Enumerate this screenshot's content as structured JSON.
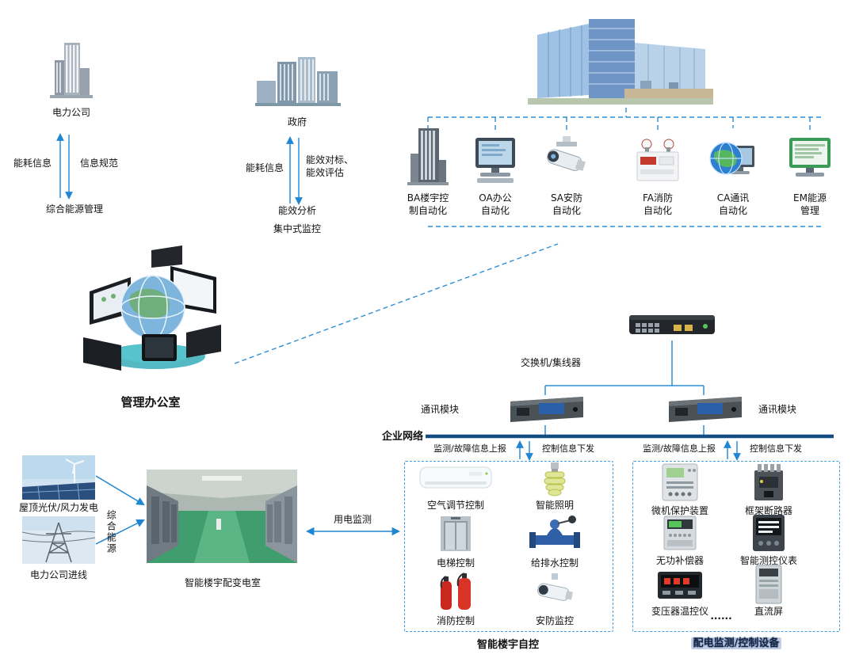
{
  "colors": {
    "arrow": "#1f86d2",
    "dash": "#3f9bdc",
    "network": "#114d80"
  },
  "power_company": {
    "label": "电力公司",
    "up_label": "能耗信息",
    "down_label": "信息规范",
    "bottom_label": "综合能源管理"
  },
  "government": {
    "label": "政府",
    "up_label": "能耗信息",
    "right_label": "能效对标、\n能效评估",
    "result_line1": "能效分析",
    "result_line2": "集中式监控"
  },
  "automation": {
    "items": [
      {
        "label": "BA楼宇控\n制自动化"
      },
      {
        "label": "OA办公\n自动化"
      },
      {
        "label": "SA安防\n自动化"
      },
      {
        "label": "FA消防\n自动化"
      },
      {
        "label": "CA通讯\n自动化"
      },
      {
        "label": "EM能源\n管理"
      }
    ]
  },
  "management_office": {
    "label": "管理办公室"
  },
  "network": {
    "switch_label": "交换机/集线器",
    "comm_module_left": "通讯模块",
    "comm_module_right": "通讯模块",
    "enterprise_label": "企业网络",
    "report_label": "监测/故障信息上报",
    "control_label": "控制信息下发"
  },
  "building_box": {
    "items": [
      "空气调节控制",
      "智能照明",
      "电梯控制",
      "给排水控制",
      "消防控制",
      "安防监控"
    ],
    "caption": "智能楼宇自控"
  },
  "power_box": {
    "items": [
      "微机保护装置",
      "框架断路器",
      "无功补偿器",
      "智能测控仪表",
      "变压器温控仪",
      "直流屏"
    ],
    "ellipsis": "......",
    "caption": "配电监测/控制设备"
  },
  "energy": {
    "solar_label": "屋顶光伏/风力发电",
    "grid_label": "电力公司进线",
    "combined_label": "综合能源",
    "substation_label": "智能楼宇配变电室",
    "monitoring_label": "用电监测"
  }
}
